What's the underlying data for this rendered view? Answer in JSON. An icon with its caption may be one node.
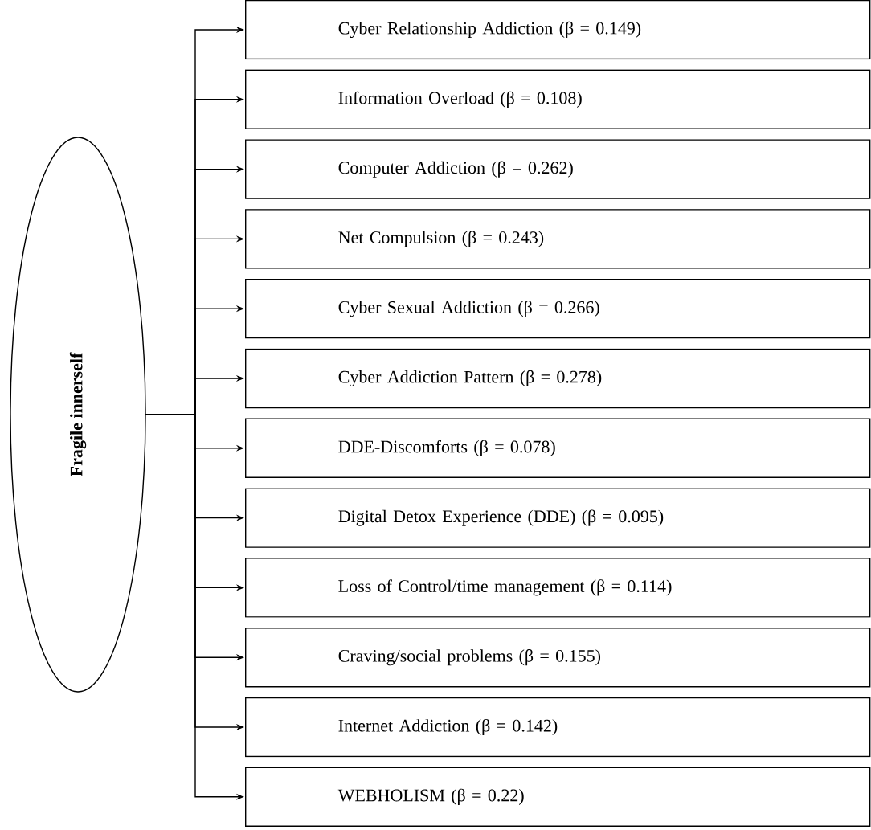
{
  "diagram": {
    "nodes": [
      {
        "text": [
          "Fragile innerself"
        ]
      },
      {
        "text": [
          "Cyber Relationship Addiction (β = 0.149)"
        ]
      },
      {
        "text": [
          "Information Overload (β = 0.108)"
        ]
      },
      {
        "text": [
          "Computer Addiction (β = 0.262)"
        ]
      },
      {
        "text": [
          "Net Compulsion (β = 0.243)"
        ]
      },
      {
        "text": [
          "Cyber Sexual Addiction (β = 0.266)"
        ]
      },
      {
        "text": [
          "Cyber Addiction Pattern (β = 0.278)"
        ]
      },
      {
        "text": [
          "DDE-Discomforts (β = 0.078)"
        ]
      },
      {
        "text": [
          "Digital Detox Experience (DDE) (β = 0.095)"
        ]
      },
      {
        "text": [
          "Loss of Control/time management (β = 0.114)"
        ]
      },
      {
        "text": [
          "Craving/social problems (β = 0.155)"
        ]
      },
      {
        "text": [
          "Internet Addiction (β = 0.142)"
        ]
      },
      {
        "text": [
          "WEBHOLISM (β = 0.22)"
        ]
      }
    ],
    "edges": [
      {
        "from": 0,
        "to": 1,
        "arrow": "to"
      },
      {
        "from": 0,
        "to": 2,
        "arrow": "to"
      },
      {
        "from": 0,
        "to": 3,
        "arrow": "to"
      },
      {
        "from": 0,
        "to": 4,
        "arrow": "to"
      },
      {
        "from": 0,
        "to": 5,
        "arrow": "to"
      },
      {
        "from": 0,
        "to": 6,
        "arrow": "to"
      },
      {
        "from": 0,
        "to": 7,
        "arrow": "to"
      },
      {
        "from": 0,
        "to": 8,
        "arrow": "to"
      },
      {
        "from": 0,
        "to": 9,
        "arrow": "to"
      },
      {
        "from": 0,
        "to": 10,
        "arrow": "to"
      },
      {
        "from": 0,
        "to": 11,
        "arrow": "to"
      },
      {
        "from": 0,
        "to": 12,
        "arrow": "to"
      }
    ]
  }
}
